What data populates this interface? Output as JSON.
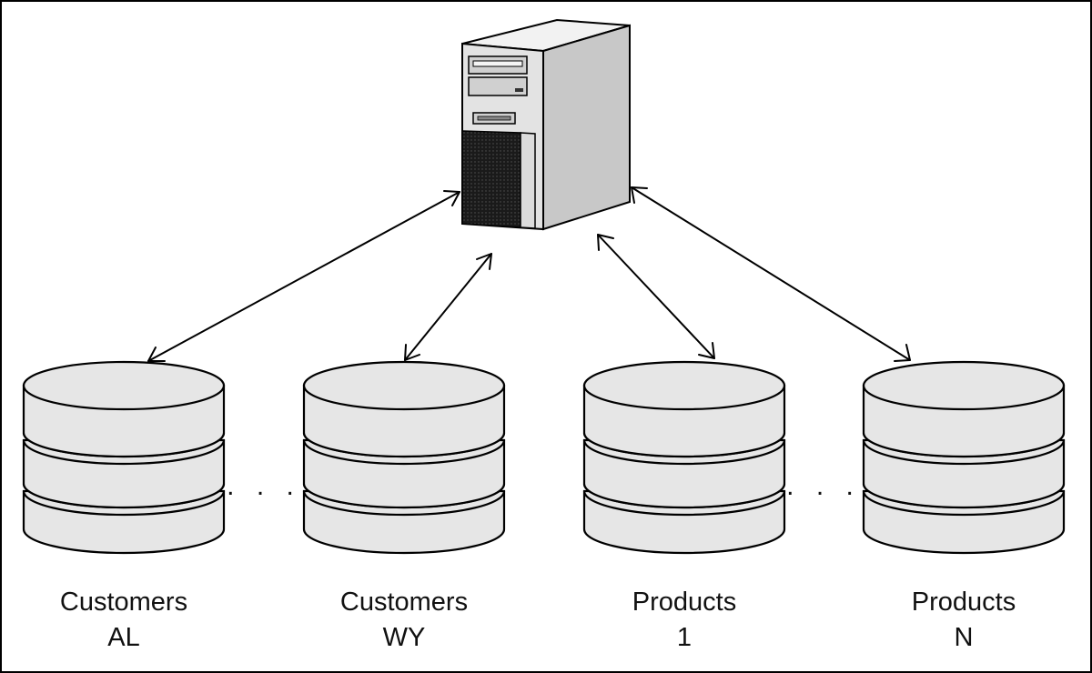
{
  "diagram": {
    "databases": [
      {
        "name_line1": "Customers",
        "name_line2": "AL"
      },
      {
        "name_line1": "Customers",
        "name_line2": "WY"
      },
      {
        "name_line1": "Products",
        "name_line2": "1"
      },
      {
        "name_line1": "Products",
        "name_line2": "N"
      }
    ],
    "ellipses": [
      ". . .",
      ". . ."
    ],
    "colors": {
      "cylinder_fill": "#e6e6e6",
      "server_front": "#e3e3e3",
      "server_side": "#c8c8c8",
      "grille": "#1a1a1a",
      "stroke": "#000000"
    }
  }
}
